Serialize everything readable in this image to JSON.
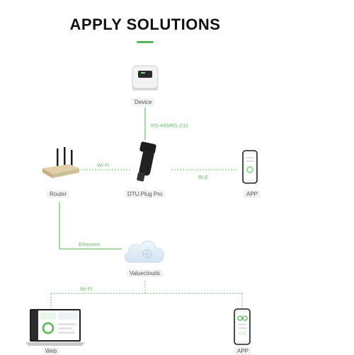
{
  "title": "APPLY SOLUTIONS",
  "colors": {
    "accent": "#54b45c",
    "line": "#8bcb86"
  },
  "nodes": {
    "device": "Device",
    "dtu": "DTU.Plug Pro",
    "router": "Router",
    "app_top": "APP",
    "cloud": "Valueclouds",
    "web": "Web",
    "app_bottom": "APP"
  },
  "connections": {
    "device_dtu": "RS-485/RS-232",
    "router_dtu": "Wi-Fi",
    "dtu_app": "BLE",
    "router_cloud": "Ethenent",
    "cloud_clients": "Wi-Fi"
  }
}
